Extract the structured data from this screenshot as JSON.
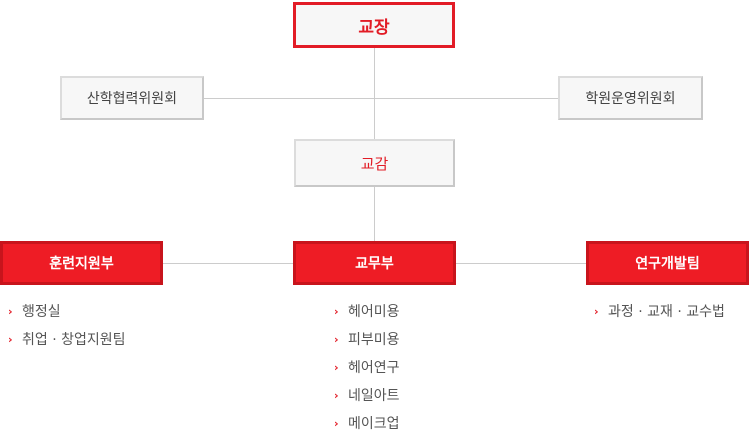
{
  "colors": {
    "accent": "#e21c26",
    "dept_bg": "#ee1c25",
    "box_bg": "#f7f7f7",
    "line": "#cccccc",
    "text": "#555555"
  },
  "org": {
    "principal": "교장",
    "committees": {
      "left": "산학협력위원회",
      "right": "학원운영위원회"
    },
    "vice_principal": "교감",
    "departments": [
      {
        "name": "훈련지원부",
        "items": [
          "행정실",
          "취업 · 창업지원팀"
        ]
      },
      {
        "name": "교무부",
        "items": [
          "헤어미용",
          "피부미용",
          "헤어연구",
          "네일아트",
          "메이크업"
        ]
      },
      {
        "name": "연구개발팀",
        "items": [
          "과정 · 교재 · 교수법"
        ]
      }
    ]
  },
  "icons": {
    "bullet": "›"
  }
}
